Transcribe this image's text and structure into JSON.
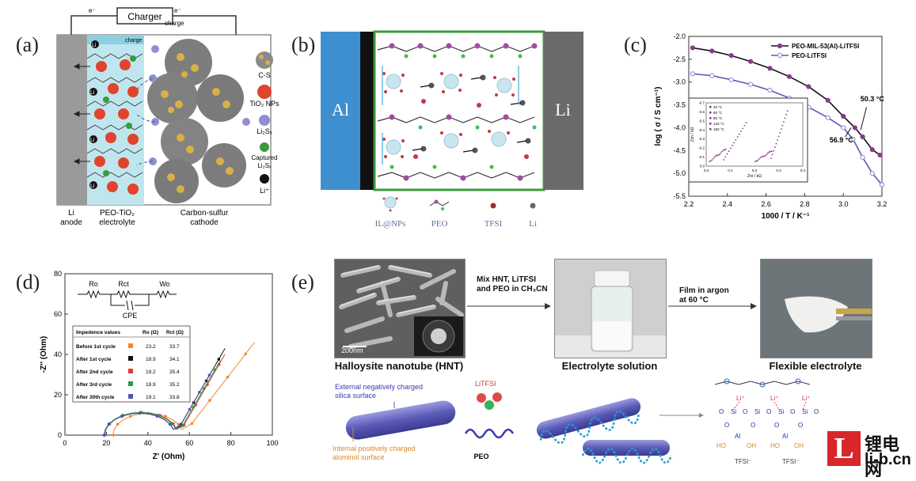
{
  "panel_a": {
    "label": "(a)",
    "charger": "Charger",
    "e_left": "e⁻",
    "e_right": "e⁻",
    "charge_sub": "charge",
    "charge_band": "charge",
    "anode": "Li\nanode",
    "electrolyte": "PEO-TiO₂\nelectrolyte",
    "cathode": "Carbon-sulfur\ncathode",
    "ions": [
      "Li⁺",
      "Li⁺",
      "Li⁺",
      "Li⁺",
      "Li⁺",
      "Li⁺"
    ],
    "legend": [
      {
        "label": "C-S",
        "color": "#c9a64a"
      },
      {
        "label": "TiO₂ NPs",
        "color": "#e0442c"
      },
      {
        "label": "Li₂Sₓ",
        "color": "#8f8fd2"
      },
      {
        "label": "Captured\nLi₂Sₓ",
        "color": "#3b9a3b"
      },
      {
        "label": "Li⁺",
        "color": "#111111"
      }
    ]
  },
  "panel_b": {
    "label": "(b)",
    "left_electrode": "Al",
    "right_electrode": "Li",
    "legend": [
      "IL@NPs",
      "PEO",
      "TFSI",
      "Li"
    ]
  },
  "panel_c": {
    "label": "(c)",
    "chart_data": {
      "type": "line",
      "xlabel": "1000 / T / K⁻¹",
      "ylabel": "log ( σ / S cm⁻¹)",
      "xlim": [
        2.2,
        3.2
      ],
      "ylim": [
        -5.5,
        -2.0
      ],
      "xticks": [
        "2.2",
        "2.4",
        "2.6",
        "2.8",
        "3.0",
        "3.2"
      ],
      "yticks": [
        "-2.0",
        "-2.5",
        "-3.0",
        "-3.5",
        "-4.0",
        "-4.5",
        "-5.0",
        "-5.5"
      ],
      "legend_position": "top-right",
      "series": [
        {
          "name": "PEO-MIL-53(Al)-LiTFSI",
          "color": "#111111",
          "marker": "filled",
          "x": [
            2.22,
            2.32,
            2.42,
            2.52,
            2.62,
            2.72,
            2.82,
            2.92,
            3.0,
            3.06,
            3.1,
            3.15,
            3.19
          ],
          "y": [
            -2.25,
            -2.32,
            -2.42,
            -2.55,
            -2.7,
            -2.88,
            -3.1,
            -3.4,
            -3.75,
            -4.0,
            -4.2,
            -4.48,
            -4.6
          ]
        },
        {
          "name": "PEO-LiTFSI",
          "color": "#5a5ab8",
          "marker": "open",
          "x": [
            2.22,
            2.32,
            2.42,
            2.52,
            2.62,
            2.72,
            2.82,
            2.92,
            3.0,
            3.05,
            3.1,
            3.15,
            3.2
          ],
          "y": [
            -2.82,
            -2.86,
            -2.95,
            -3.05,
            -3.18,
            -3.35,
            -3.55,
            -3.78,
            -4.0,
            -4.25,
            -4.65,
            -5.0,
            -5.25
          ]
        }
      ],
      "annotations": [
        "50.3 °C",
        "56.9 °C"
      ],
      "inset": {
        "xlabel": "Zre / kΩ",
        "ylabel": "Zim / kΩ",
        "xticks": [
          "0.0",
          "0.1",
          "0.2",
          "0.3",
          "0.4"
        ],
        "yticks": [
          "-0.7",
          "-0.6",
          "-0.5",
          "-0.4",
          "-0.3",
          "-0.2",
          "-0.1",
          "0.0"
        ],
        "legend": [
          "40 °C",
          "60 °C",
          "80 °C",
          "120 °C",
          "150 °C"
        ]
      }
    }
  },
  "panel_d": {
    "label": "(d)",
    "circuit": {
      "ro": "Ro",
      "rct": "Rct",
      "wo": "Wo",
      "cpe": "CPE"
    },
    "table": {
      "headers": [
        "Impedence values",
        "Ro (Ω)",
        "Rct (Ω)"
      ],
      "rows": [
        {
          "label": "Before 1st cycle",
          "ro": "23.2",
          "rct": "33.7",
          "color": "#f08a2c",
          "marker": "square"
        },
        {
          "label": "After 1st cycle",
          "ro": "18.9",
          "rct": "34.1",
          "color": "#111111",
          "marker": "circle"
        },
        {
          "label": "After 2nd cycle",
          "ro": "19.2",
          "rct": "35.4",
          "color": "#e03a3a",
          "marker": "triangle"
        },
        {
          "label": "After 3rd cycle",
          "ro": "18.9",
          "rct": "35.2",
          "color": "#2a9a4a",
          "marker": "down"
        },
        {
          "label": "After 30th cycle",
          "ro": "19.1",
          "rct": "33.8",
          "color": "#4a5ab0",
          "marker": "diamond"
        }
      ]
    },
    "chart_data": {
      "type": "scatter",
      "xlabel": "Z' (Ohm)",
      "ylabel": "-Z'' (Ohm)",
      "xlim": [
        0,
        100
      ],
      "ylim": [
        0,
        80
      ],
      "xticks": [
        "0",
        "20",
        "40",
        "60",
        "80",
        "100"
      ],
      "yticks": [
        "0",
        "20",
        "40",
        "60",
        "80"
      ]
    }
  },
  "panel_e": {
    "label": "(e)",
    "scale_bar": "200nm",
    "arrow1": "Mix HNT, LiTFSI\nand PEO in CH₃CN",
    "arrow2": "Film in argon\nat 60 °C",
    "captions": [
      "Halloysite nanotube (HNT)",
      "Electrolyte solution",
      "Flexible electrolyte"
    ],
    "external": "External negatively charged\nsilica surface",
    "internal": "Internal positively charged\naluminol surface",
    "litfsi": "LiTFSI",
    "peo": "PEO",
    "li_plus": "Li⁺",
    "tfsi_minus": "TFSI⁻",
    "o": "O",
    "si": "Si",
    "al": "Al",
    "ho": "HO",
    "oh": "OH"
  },
  "watermark": {
    "site": "li-b.cn",
    "name": "锂电网",
    "logo": "L"
  }
}
